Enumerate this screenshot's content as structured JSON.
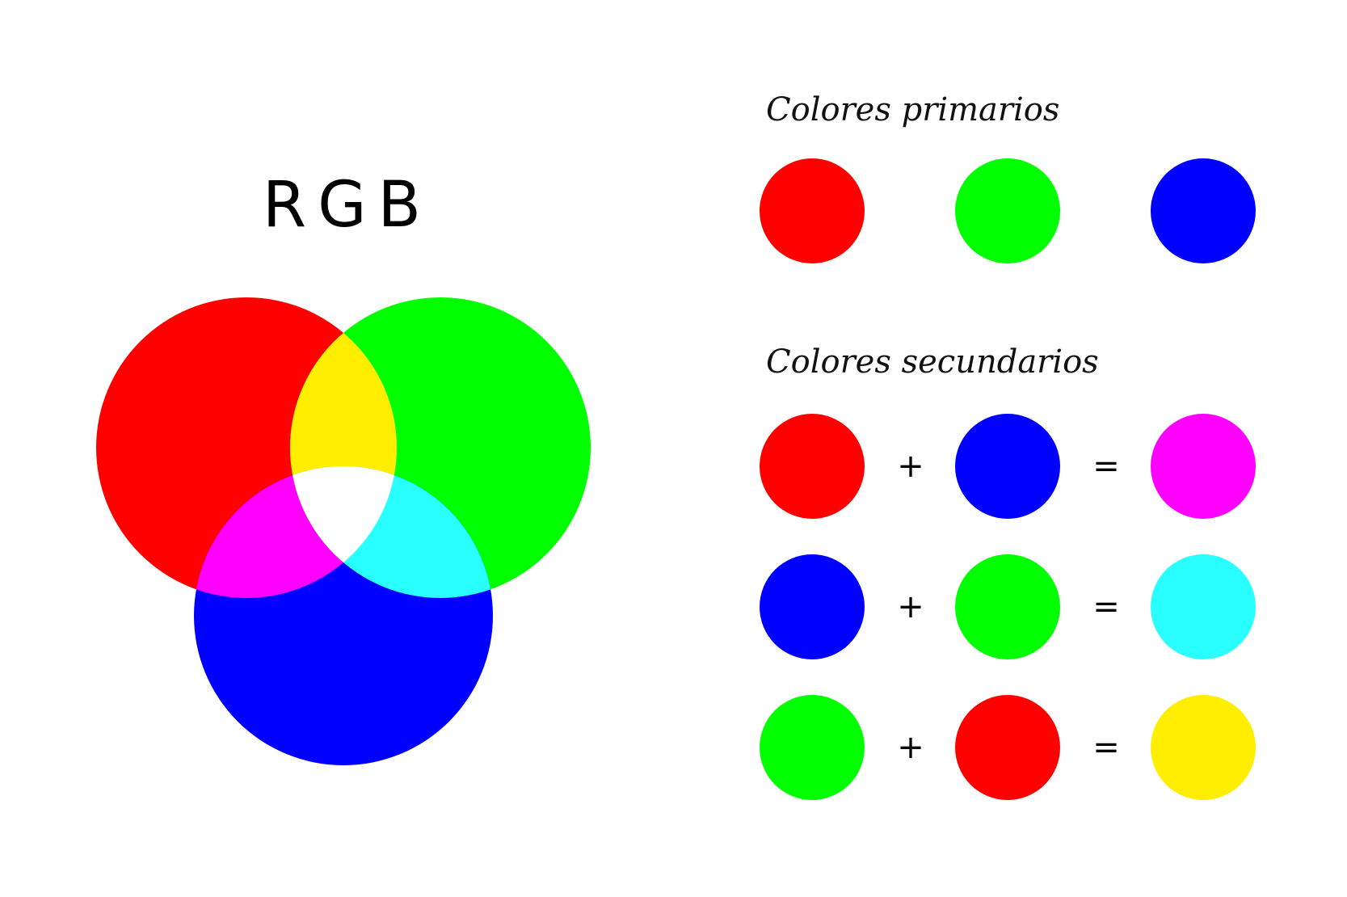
{
  "diagram": {
    "title": "RGB",
    "colors": {
      "red": "#ff0000",
      "green": "#00ff00",
      "blue": "#0000ff",
      "yellow": "#ffee00",
      "magenta": "#ff00ff",
      "cyan": "#29ffff",
      "white": "#ffffff"
    },
    "primary": {
      "heading": "Colores primarios",
      "swatches": [
        "red",
        "green",
        "blue"
      ]
    },
    "secondary": {
      "heading": "Colores secundarios",
      "plus": "+",
      "equals": "=",
      "rows": [
        {
          "a": "red",
          "b": "blue",
          "result": "magenta"
        },
        {
          "a": "blue",
          "b": "green",
          "result": "cyan"
        },
        {
          "a": "green",
          "b": "red",
          "result": "yellow"
        }
      ]
    }
  }
}
